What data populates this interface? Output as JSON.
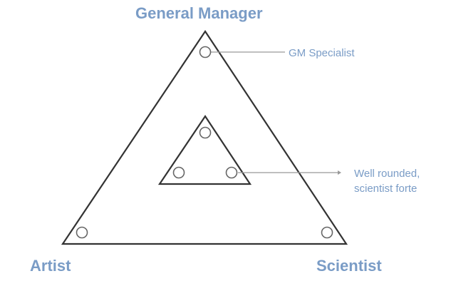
{
  "colors": {
    "label_blue": "#7a9cc6",
    "stroke": "#333333",
    "marker_stroke": "#666666",
    "connector": "#999999"
  },
  "vertices": {
    "top": "General Manager",
    "left": "Artist",
    "right": "Scientist"
  },
  "callouts": {
    "gm_specialist": "GM Specialist",
    "well_rounded_line1": "Well rounded,",
    "well_rounded_line2": "scientist forte"
  }
}
